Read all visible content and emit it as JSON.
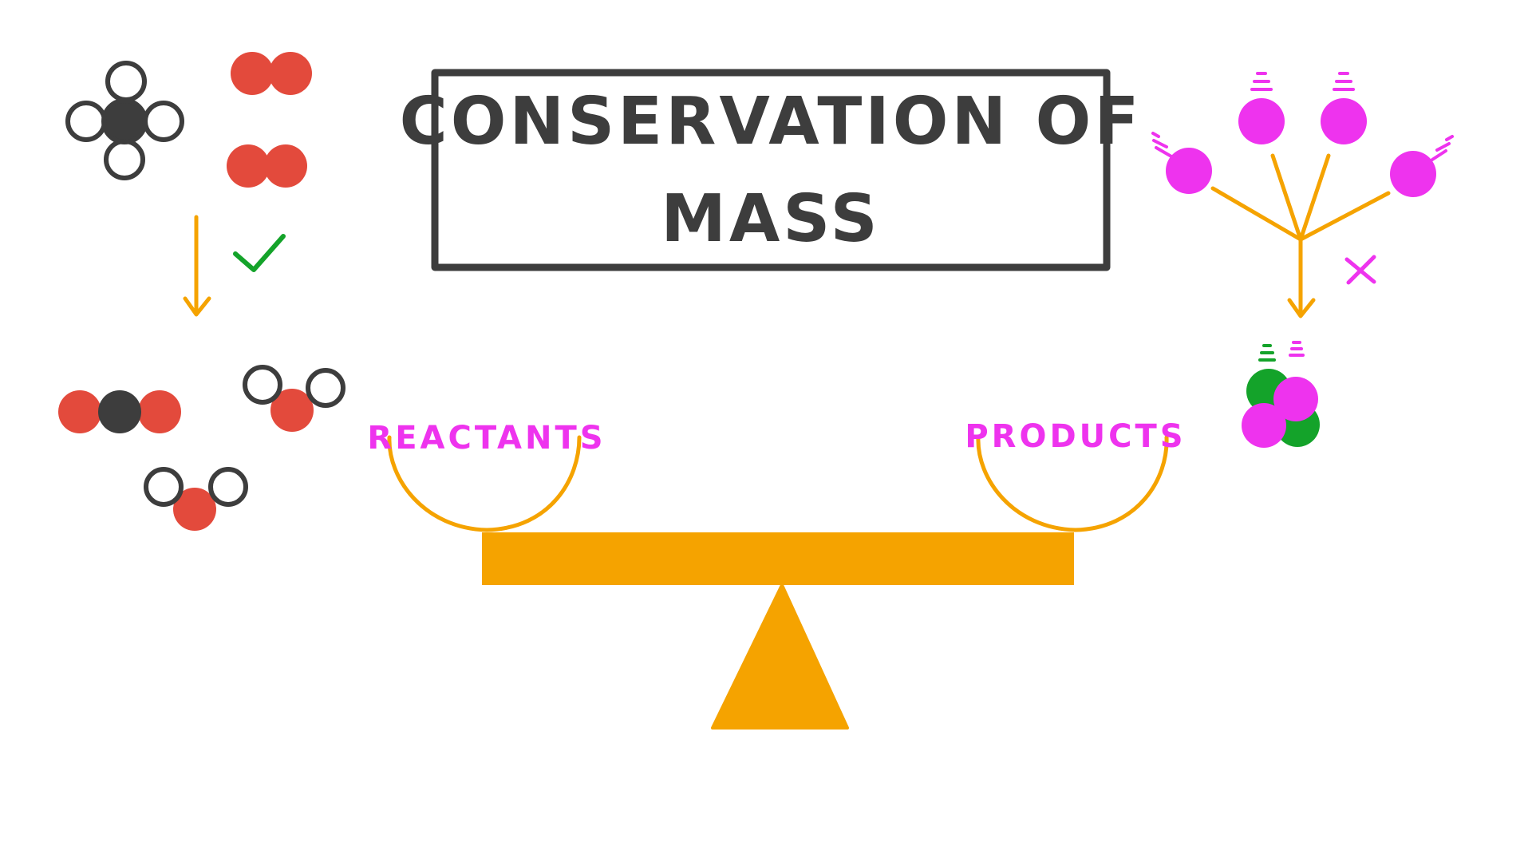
{
  "title": {
    "line1": "CONSERVATION OF",
    "line2": "MASS"
  },
  "balance": {
    "left_pan_label": "REACTANTS",
    "right_pan_label": "PRODUCTS"
  },
  "marks": {
    "valid": "check-icon",
    "invalid": "cross-icon"
  },
  "colors": {
    "ink": "#3d3d3d",
    "oxygen_red": "#e34a3c",
    "carbon_dark": "#3d3d3d",
    "hydrogen_white": "#ffffff",
    "balance_orange": "#f5a300",
    "label_magenta": "#ee33ee",
    "green": "#14a32a"
  }
}
